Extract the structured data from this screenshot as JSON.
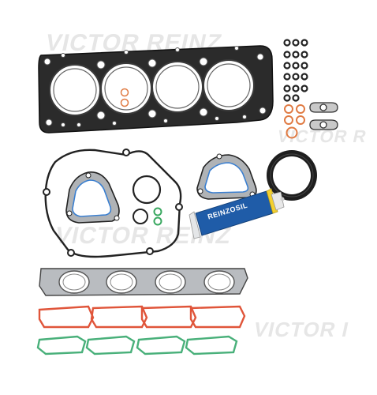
{
  "watermark": {
    "brand_full": "VICTOR REINZ",
    "brand_partial_1": "VICTOR R",
    "brand_partial_2": "VICTOR I"
  },
  "sealant_tube": {
    "label": "REINZOSIL"
  },
  "colors": {
    "gasket_dark": "#2b2b2b",
    "metal_gasket": "#b9bcc0",
    "orange_gasket": "#e0553a",
    "green_gasket": "#49b07a",
    "tube_blue": "#1f5ca8",
    "tube_yellow": "#f3d02f",
    "copper_ring": "#e07a42",
    "watermark": "#e6e6e6"
  }
}
